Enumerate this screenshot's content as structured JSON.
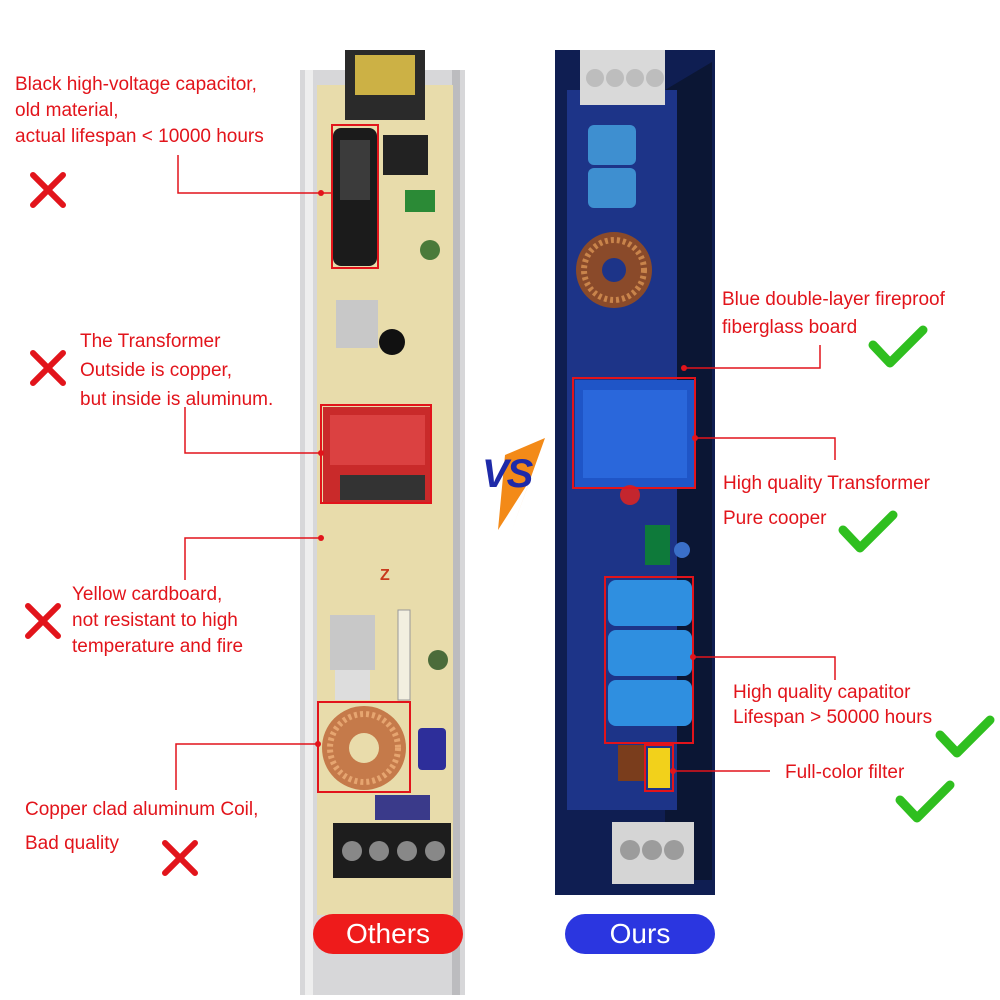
{
  "left_labels": {
    "capacitor": [
      "Black high-voltage capacitor,",
      "old material,",
      "actual lifespan < 10000 hours"
    ],
    "transformer": [
      "The Transformer",
      "Outside is copper,",
      "but inside is aluminum."
    ],
    "cardboard": [
      "Yellow cardboard,",
      "not resistant to high",
      "temperature and fire"
    ],
    "coil": [
      "Copper clad aluminum Coil,",
      "Bad quality"
    ]
  },
  "right_labels": {
    "board": [
      "Blue double-layer fireproof",
      "fiberglass board"
    ],
    "transformer": [
      "High quality Transformer",
      "Pure cooper"
    ],
    "capacitor": [
      "High quality capatitor",
      "Lifespan > 50000 hours"
    ],
    "filter": [
      "Full-color filter"
    ]
  },
  "vs_label": "VS",
  "buttons": {
    "others": "Others",
    "ours": "Ours"
  },
  "colors": {
    "red": "#e2141b",
    "green": "#2fbf1f",
    "others_pill": "#ee1b1b",
    "ours_pill": "#2b36e0",
    "pcb_yellow": "#e7dcae",
    "pcb_blue": "#1c2f80"
  },
  "icons": {
    "bad": "cross-icon",
    "good": "check-icon"
  }
}
